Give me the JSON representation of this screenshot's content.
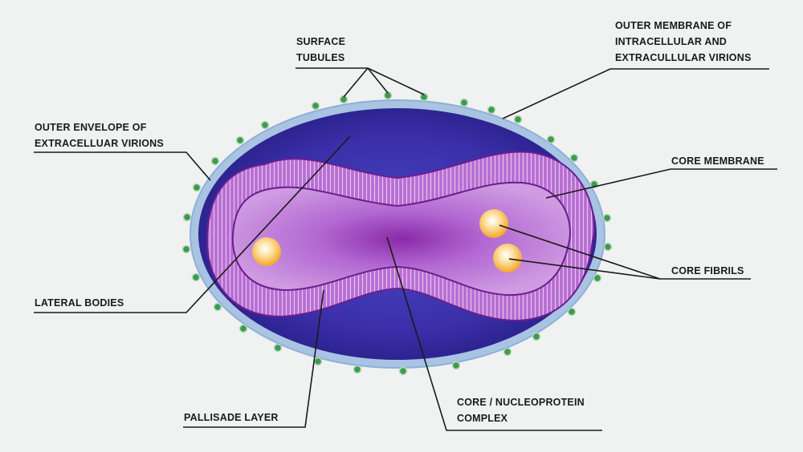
{
  "labels": {
    "surface_tubules": [
      "SURFACE",
      "TUBULES"
    ],
    "outer_membrane": [
      "OUTER MEMBRANE OF",
      "INTRACELLULAR AND",
      "EXTRACULLULAR VIRIONS"
    ],
    "outer_envelope": [
      "OUTER ENVELOPE OF",
      "EXTRACELLUAR VIRIONS"
    ],
    "core_membrane": [
      "CORE MEMBRANE"
    ],
    "core_fibrils": [
      "CORE FIBRILS"
    ],
    "lateral_bodies": [
      "LATERAL BODIES"
    ],
    "pallisade_layer": [
      "PALLISADE LAYER"
    ],
    "core_complex": [
      "CORE / NUCLEOPROTEIN",
      "COMPLEX"
    ]
  },
  "colors": {
    "background": "#f0f1f1",
    "envelope": "#a9c3e3",
    "virion_body": "#3a2fa4",
    "pallisade": "#b66dd0",
    "core": "#c486dc",
    "tubule_dot": "#3d9a4e",
    "lateral_body": "#f7b23c"
  }
}
